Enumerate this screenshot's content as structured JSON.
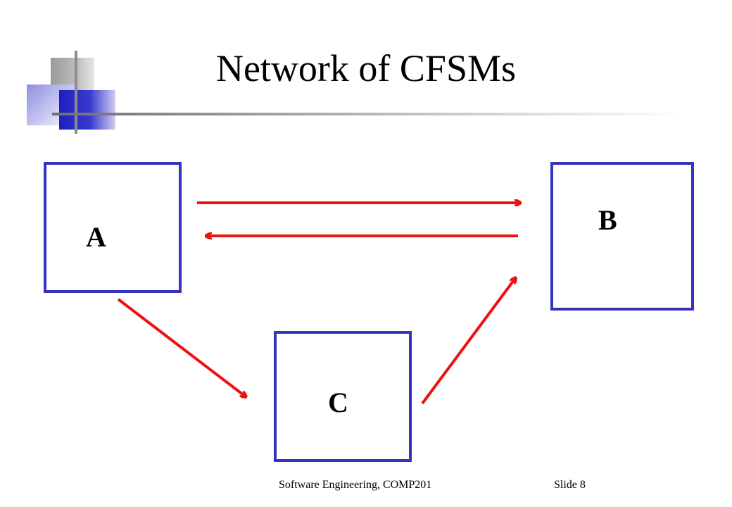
{
  "slide": {
    "title": "Network of CFSMs",
    "footer_course": "Software Engineering, COMP201",
    "footer_slide": "Slide  8"
  },
  "diagram": {
    "nodes": [
      {
        "id": "A",
        "label": "A"
      },
      {
        "id": "B",
        "label": "B"
      },
      {
        "id": "C",
        "label": "C"
      }
    ],
    "edges": [
      {
        "from": "A",
        "to": "B"
      },
      {
        "from": "B",
        "to": "A"
      },
      {
        "from": "A",
        "to": "C"
      },
      {
        "from": "C",
        "to": "B"
      }
    ],
    "colors": {
      "box_border": "#3333bb",
      "arrow": "#ee1111"
    }
  }
}
